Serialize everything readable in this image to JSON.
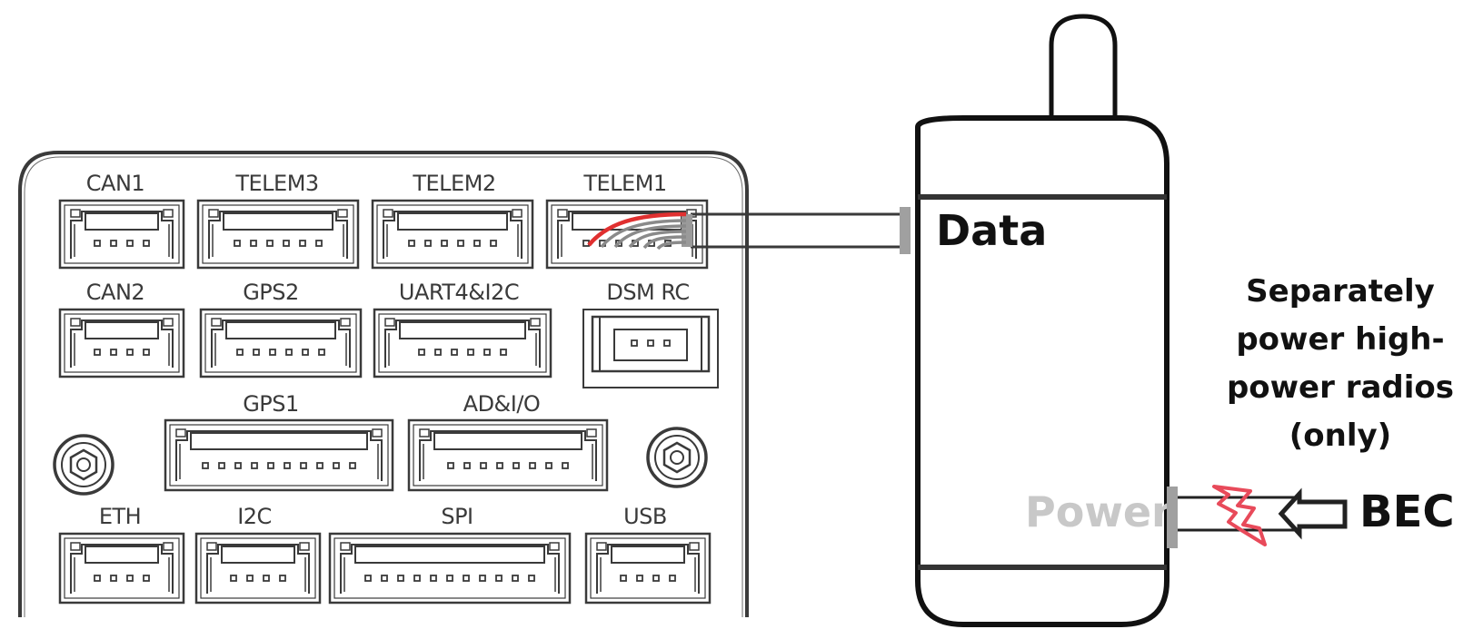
{
  "board": {
    "ports": [
      {
        "id": "can1",
        "label": "CAN1",
        "pins": 4
      },
      {
        "id": "telem3",
        "label": "TELEM3",
        "pins": 6
      },
      {
        "id": "telem2",
        "label": "TELEM2",
        "pins": 6
      },
      {
        "id": "telem1",
        "label": "TELEM1",
        "pins": 6
      },
      {
        "id": "can2",
        "label": "CAN2",
        "pins": 4
      },
      {
        "id": "gps2",
        "label": "GPS2",
        "pins": 6
      },
      {
        "id": "uart4",
        "label": "UART4&I2C",
        "pins": 6
      },
      {
        "id": "dsmrc",
        "label": "DSM RC",
        "pins": 3
      },
      {
        "id": "gps1",
        "label": "GPS1",
        "pins": 10
      },
      {
        "id": "adio",
        "label": "AD&I/O",
        "pins": 8
      },
      {
        "id": "eth",
        "label": "ETH",
        "pins": 4
      },
      {
        "id": "i2c",
        "label": "I2C",
        "pins": 4
      },
      {
        "id": "spi",
        "label": "SPI",
        "pins": 11
      },
      {
        "id": "usb",
        "label": "USB",
        "pins": 4
      }
    ]
  },
  "radio": {
    "data_label": "Data",
    "power_label": "Power"
  },
  "annotations": {
    "separate_power_lines": [
      "Separately",
      "power high-",
      "power radios",
      "(only)"
    ],
    "bec_label": "BEC"
  },
  "colors": {
    "outline": "#3a3a3a",
    "radio_outline": "#111111",
    "power_label": "#c8c8c8",
    "red_wire": "#e03030",
    "lightning": "#e84a5a",
    "grey_wire": "#8a8a8a"
  }
}
